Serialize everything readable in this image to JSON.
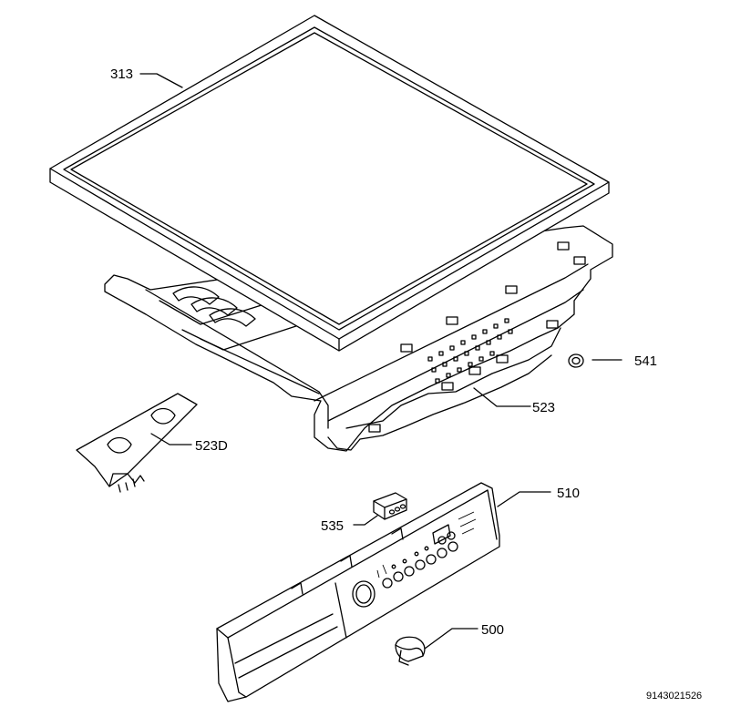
{
  "parts": {
    "p313": "313",
    "p541": "541",
    "p523": "523",
    "p523d": "523D",
    "p510": "510",
    "p535": "535",
    "p500": "500"
  },
  "document_number": "9143021526"
}
